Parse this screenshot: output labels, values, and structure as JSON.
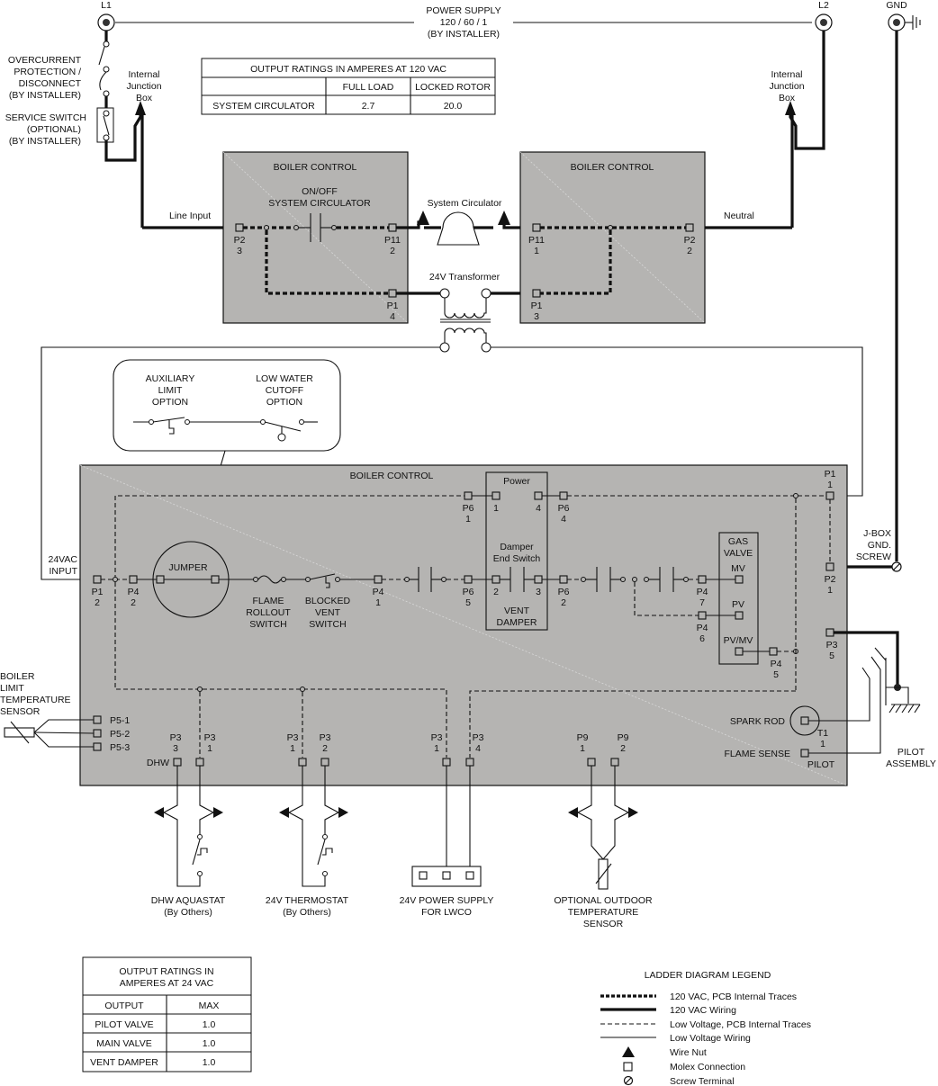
{
  "power_supply": {
    "l1": "L1",
    "l2": "L2",
    "gnd": "GND",
    "title_lines": [
      "POWER SUPPLY",
      "120 / 60 / 1",
      "(BY INSTALLER)"
    ]
  },
  "left_labels": {
    "overcurrent": [
      "OVERCURRENT",
      "PROTECTION /",
      "DISCONNECT",
      "(BY INSTALLER)"
    ],
    "service_switch": [
      "SERVICE SWITCH",
      "(OPTIONAL)",
      "(BY INSTALLER)"
    ],
    "junction_box": [
      "Internal",
      "Junction",
      "Box"
    ]
  },
  "right_labels": {
    "junction_box": [
      "Internal",
      "Junction",
      "Box"
    ],
    "jbox_screw": [
      "J-BOX",
      "GND.",
      "SCREW"
    ]
  },
  "table_120": {
    "title": "OUTPUT RATINGS IN AMPERES AT 120 VAC",
    "headers": [
      "",
      "FULL LOAD",
      "LOCKED ROTOR"
    ],
    "rows": [
      [
        "SYSTEM CIRCULATOR",
        "2.7",
        "20.0"
      ]
    ]
  },
  "upper_left_control": {
    "title": "BOILER CONTROL",
    "switch_label": [
      "ON/OFF",
      "SYSTEM CIRCULATOR"
    ],
    "line_input": "Line Input",
    "p2": [
      "P2",
      "3"
    ],
    "p11": [
      "P11",
      "2"
    ],
    "p1": [
      "P1",
      "4"
    ]
  },
  "upper_right_control": {
    "title": "BOILER CONTROL",
    "neutral": "Neutral",
    "p11": [
      "P11",
      "1"
    ],
    "p2": [
      "P2",
      "2"
    ],
    "p1": [
      "P1",
      "3"
    ]
  },
  "circulator_label": "System Circulator",
  "transformer_label": "24V Transformer",
  "options_bubble": {
    "aux_limit": [
      "AUXILIARY",
      "LIMIT",
      "OPTION"
    ],
    "lwco": [
      "LOW WATER",
      "CUTOFF",
      "OPTION"
    ]
  },
  "main_control": {
    "title": "BOILER CONTROL",
    "input_label": [
      "24VAC",
      "INPUT"
    ],
    "jumper": "JUMPER",
    "flame_rollout": [
      "FLAME",
      "ROLLOUT",
      "SWITCH"
    ],
    "blocked_vent": [
      "BLOCKED",
      "VENT",
      "SWITCH"
    ],
    "vent_damper": {
      "power": "Power",
      "end_switch": [
        "Damper",
        "End Switch"
      ],
      "name": [
        "VENT",
        "DAMPER"
      ],
      "pins": [
        "1",
        "4",
        "2",
        "3"
      ]
    },
    "gas_valve": {
      "title": [
        "GAS",
        "VALVE"
      ],
      "mv": "MV",
      "pv": "PV",
      "pvmv": "PV/MV"
    },
    "connectors": {
      "p1_2": [
        "P1",
        "2"
      ],
      "p4_2": [
        "P4",
        "2"
      ],
      "p4_1": [
        "P4",
        "1"
      ],
      "p6_1": [
        "P6",
        "1"
      ],
      "p6_4": [
        "P6",
        "4"
      ],
      "p6_5": [
        "P6",
        "5"
      ],
      "p6_2": [
        "P6",
        "2"
      ],
      "p4_7": [
        "P4",
        "7"
      ],
      "p4_6": [
        "P4",
        "6"
      ],
      "p4_5": [
        "P4",
        "5"
      ],
      "p1_1": [
        "P1",
        "1"
      ],
      "p2_1": [
        "P2",
        "1"
      ],
      "p3_5": [
        "P3",
        "5"
      ],
      "p5": [
        "P5-1",
        "P5-2",
        "P5-3"
      ],
      "p3_3": [
        "P3",
        "3"
      ],
      "p3_1a": [
        "P3",
        "1"
      ],
      "p3_1b": [
        "P3",
        "1"
      ],
      "p3_2": [
        "P3",
        "2"
      ],
      "p3_1c": [
        "P3",
        "1"
      ],
      "p3_4": [
        "P3",
        "4"
      ],
      "p9_1": [
        "P9",
        "1"
      ],
      "p9_2": [
        "P9",
        "2"
      ]
    },
    "dhw": "DHW",
    "spark_rod": "SPARK ROD",
    "flame_sense": "FLAME SENSE",
    "t1": [
      "T1",
      "1"
    ],
    "pilot": "PILOT"
  },
  "sensor_label": [
    "BOILER",
    "LIMIT",
    "TEMPERATURE",
    "SENSOR"
  ],
  "pilot_assembly": [
    "PILOT",
    "ASSEMBLY"
  ],
  "external_devices": {
    "dhw_aquastat": [
      "DHW AQUASTAT",
      "(By Others)"
    ],
    "thermostat": [
      "24V THERMOSTAT",
      "(By Others)"
    ],
    "lwco_supply": [
      "24V POWER SUPPLY",
      "FOR LWCO"
    ],
    "outdoor_sensor": [
      "OPTIONAL OUTDOOR",
      "TEMPERATURE",
      "SENSOR"
    ]
  },
  "table_24": {
    "title": [
      "OUTPUT RATINGS IN",
      "AMPERES AT 24 VAC"
    ],
    "headers": [
      "OUTPUT",
      "MAX"
    ],
    "rows": [
      [
        "PILOT VALVE",
        "1.0"
      ],
      [
        "MAIN VALVE",
        "1.0"
      ],
      [
        "VENT DAMPER",
        "1.0"
      ]
    ]
  },
  "legend": {
    "title": "LADDER DIAGRAM LEGEND",
    "items": [
      {
        "symbol": "thick-dashed-line",
        "label": "120 VAC, PCB Internal Traces"
      },
      {
        "symbol": "thick-solid-line",
        "label": "120 VAC Wiring"
      },
      {
        "symbol": "thin-dashed-line",
        "label": "Low Voltage, PCB Internal Traces"
      },
      {
        "symbol": "thin-solid-line",
        "label": "Low Voltage Wiring"
      },
      {
        "symbol": "wire-nut-icon",
        "label": "Wire Nut"
      },
      {
        "symbol": "molex-icon",
        "label": "Molex Connection"
      },
      {
        "symbol": "screw-terminal-icon",
        "label": "Screw Terminal"
      }
    ]
  }
}
